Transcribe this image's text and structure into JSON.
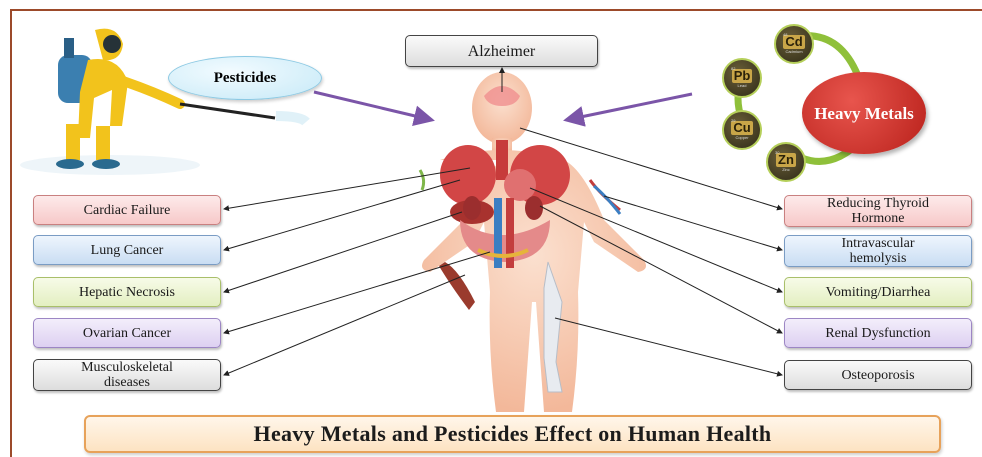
{
  "title": "Heavy Metals and Pesticides Effect on Human Health",
  "top_box": "Alzheimer",
  "pesticides_label": "Pesticides",
  "heavy_metals_label": "Heavy Metals",
  "elements": [
    {
      "symbol": "Cd",
      "name": "Cadmium",
      "number": "48"
    },
    {
      "symbol": "Pb",
      "name": "Lead",
      "number": "82"
    },
    {
      "symbol": "Cu",
      "name": "Copper",
      "number": "29"
    },
    {
      "symbol": "Zn",
      "name": "Zinc",
      "number": "30"
    }
  ],
  "left_effects": [
    {
      "label": "Cardiac Failure",
      "color": "#f7c9c9"
    },
    {
      "label": "Lung Cancer",
      "color": "#c9ddf3"
    },
    {
      "label": "Hepatic Necrosis",
      "color": "#e3efc1"
    },
    {
      "label": "Ovarian Cancer",
      "color": "#ddd0f1"
    },
    {
      "label": "Musculoskeletal diseases",
      "color": "#dddddd"
    }
  ],
  "right_effects": [
    {
      "label": "Reducing Thyroid Hormone",
      "color": "#f7c9c9"
    },
    {
      "label": "Intravascular hemolysis",
      "color": "#c9ddf3"
    },
    {
      "label": "Vomiting/Diarrhea",
      "color": "#e3efc1"
    },
    {
      "label": "Renal Dysfunction",
      "color": "#ddd0f1"
    },
    {
      "label": "Osteoporosis",
      "color": "#dddddd"
    }
  ]
}
